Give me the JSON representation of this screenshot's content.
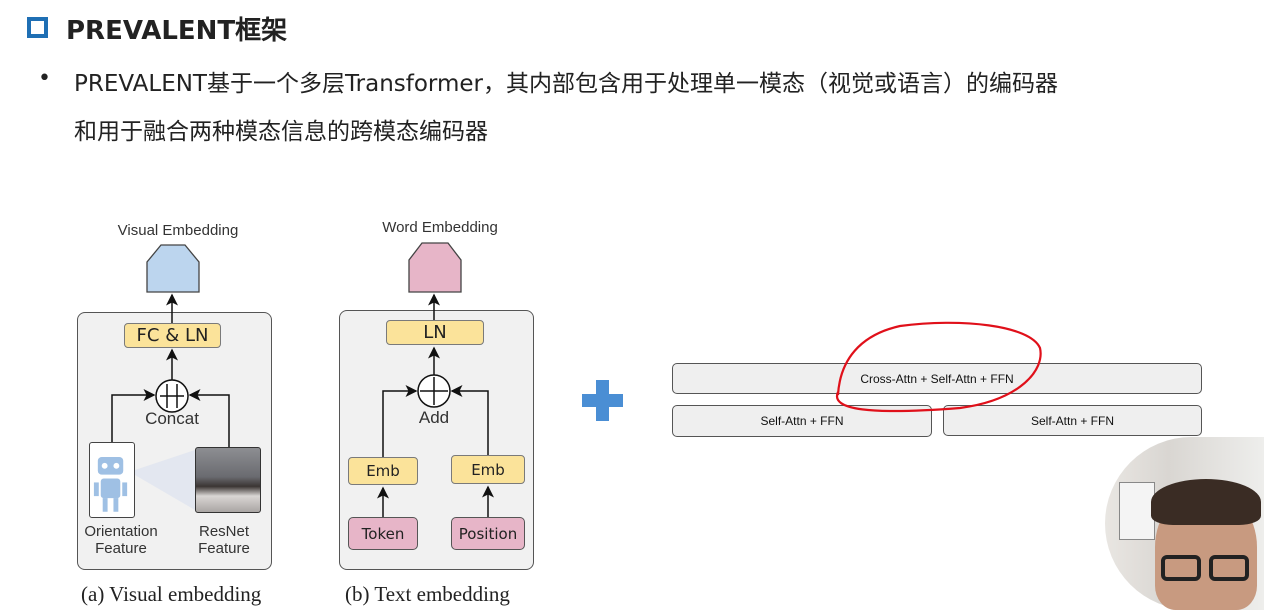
{
  "slide": {
    "title": "PREVALENT框架",
    "bullet_line1": "PREVALENT基于一个多层Transformer，其内部包含用于处理单一模态（视觉或语言）的编码器",
    "bullet_line2": "和用于融合两种模态信息的跨模态编码器"
  },
  "visual": {
    "output": "Visual Embedding",
    "fc": "FC & LN",
    "op": "Concat",
    "left_label1": "Orientation",
    "left_label2": "Feature",
    "right_label1": "ResNet",
    "right_label2": "Feature",
    "caption": "(a) Visual embedding"
  },
  "text": {
    "output": "Word Embedding",
    "ln": "LN",
    "op": "Add",
    "emb_left": "Emb",
    "emb_right": "Emb",
    "token": "Token",
    "position": "Position",
    "caption": "(b) Text embedding"
  },
  "transformer": {
    "cross": "Cross-Attn +  Self-Attn + FFN",
    "self_left": "Self-Attn + FFN",
    "self_right": "Self-Attn + FFN"
  },
  "colors": {
    "accent": "#1f6fb4",
    "plus": "#4a8ed4",
    "annotation": "#e0101a",
    "visual": "#bcd5ee",
    "text": "#e7b5c8",
    "yellow": "#fbe39a"
  }
}
